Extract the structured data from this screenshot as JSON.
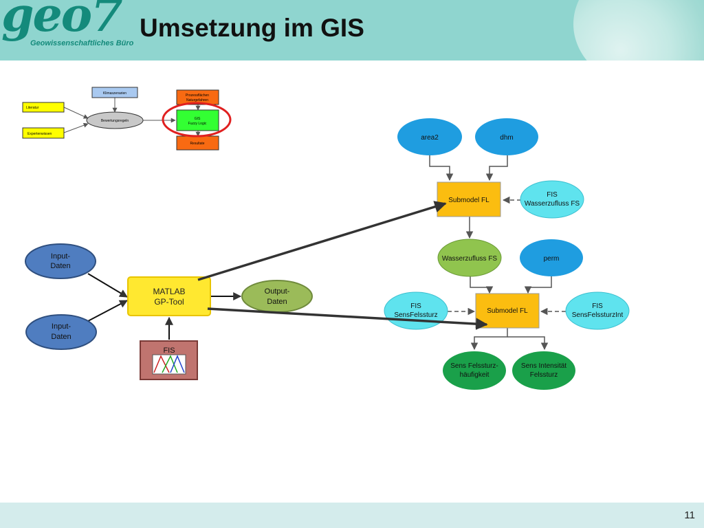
{
  "header": {
    "logo_main": "geo7",
    "logo_sub": "Geowissenschaftliches Büro",
    "title": "Umsetzung im GIS"
  },
  "footer": {
    "page_number": "11"
  },
  "overview": {
    "klimaszenarien": "Klimaszenarien",
    "literatur": "Literatur",
    "expertenwissen": "Expertenwissen",
    "bewertungsregeln": "Bewertungsregeln",
    "prozess_line1": "Prozessflächen",
    "prozess_line2": "Naturgefahren",
    "gis_line1": "GIS",
    "gis_line2": "Fuzzy Logic",
    "resultate": "Resultate"
  },
  "left": {
    "input1_line1": "Input-",
    "input1_line2": "Daten",
    "input2_line1": "Input-",
    "input2_line2": "Daten",
    "matlab_line1": "MATLAB",
    "matlab_line2": "GP-Tool",
    "output_line1": "Output-",
    "output_line2": "Daten",
    "fis": "FIS"
  },
  "right": {
    "area2": "area2",
    "dhm": "dhm",
    "submodel1": "Submodel FL",
    "fis1_line1": "FIS",
    "fis1_line2": "Wasserzufluss FS",
    "wasserzufluss": "Wasserzufluss FS",
    "perm": "perm",
    "fis2_line1": "FIS",
    "fis2_line2": "SensFelssturz",
    "submodel2": "Submodel FL",
    "fis3_line1": "FIS",
    "fis3_line2": "SensFelssturzInt",
    "sens1_line1": "Sens Felssturz-",
    "sens1_line2": "häufigkeit",
    "sens2_line1": "Sens Intensität",
    "sens2_line2": "Felssturz"
  },
  "colors": {
    "header_bg": "#8fd5cf",
    "logo": "#148a7b",
    "input_blue": "#4f7dc0",
    "matlab_yellow": "#ffe830",
    "output_green": "#9bbb59",
    "fis_red": "#c0746f",
    "raster_blue": "#1f9de0",
    "fis_cyan": "#5fe3ee",
    "submodel_orange": "#fbbd10",
    "result_green": "#1aa04a",
    "highlight_red": "#e02020"
  }
}
